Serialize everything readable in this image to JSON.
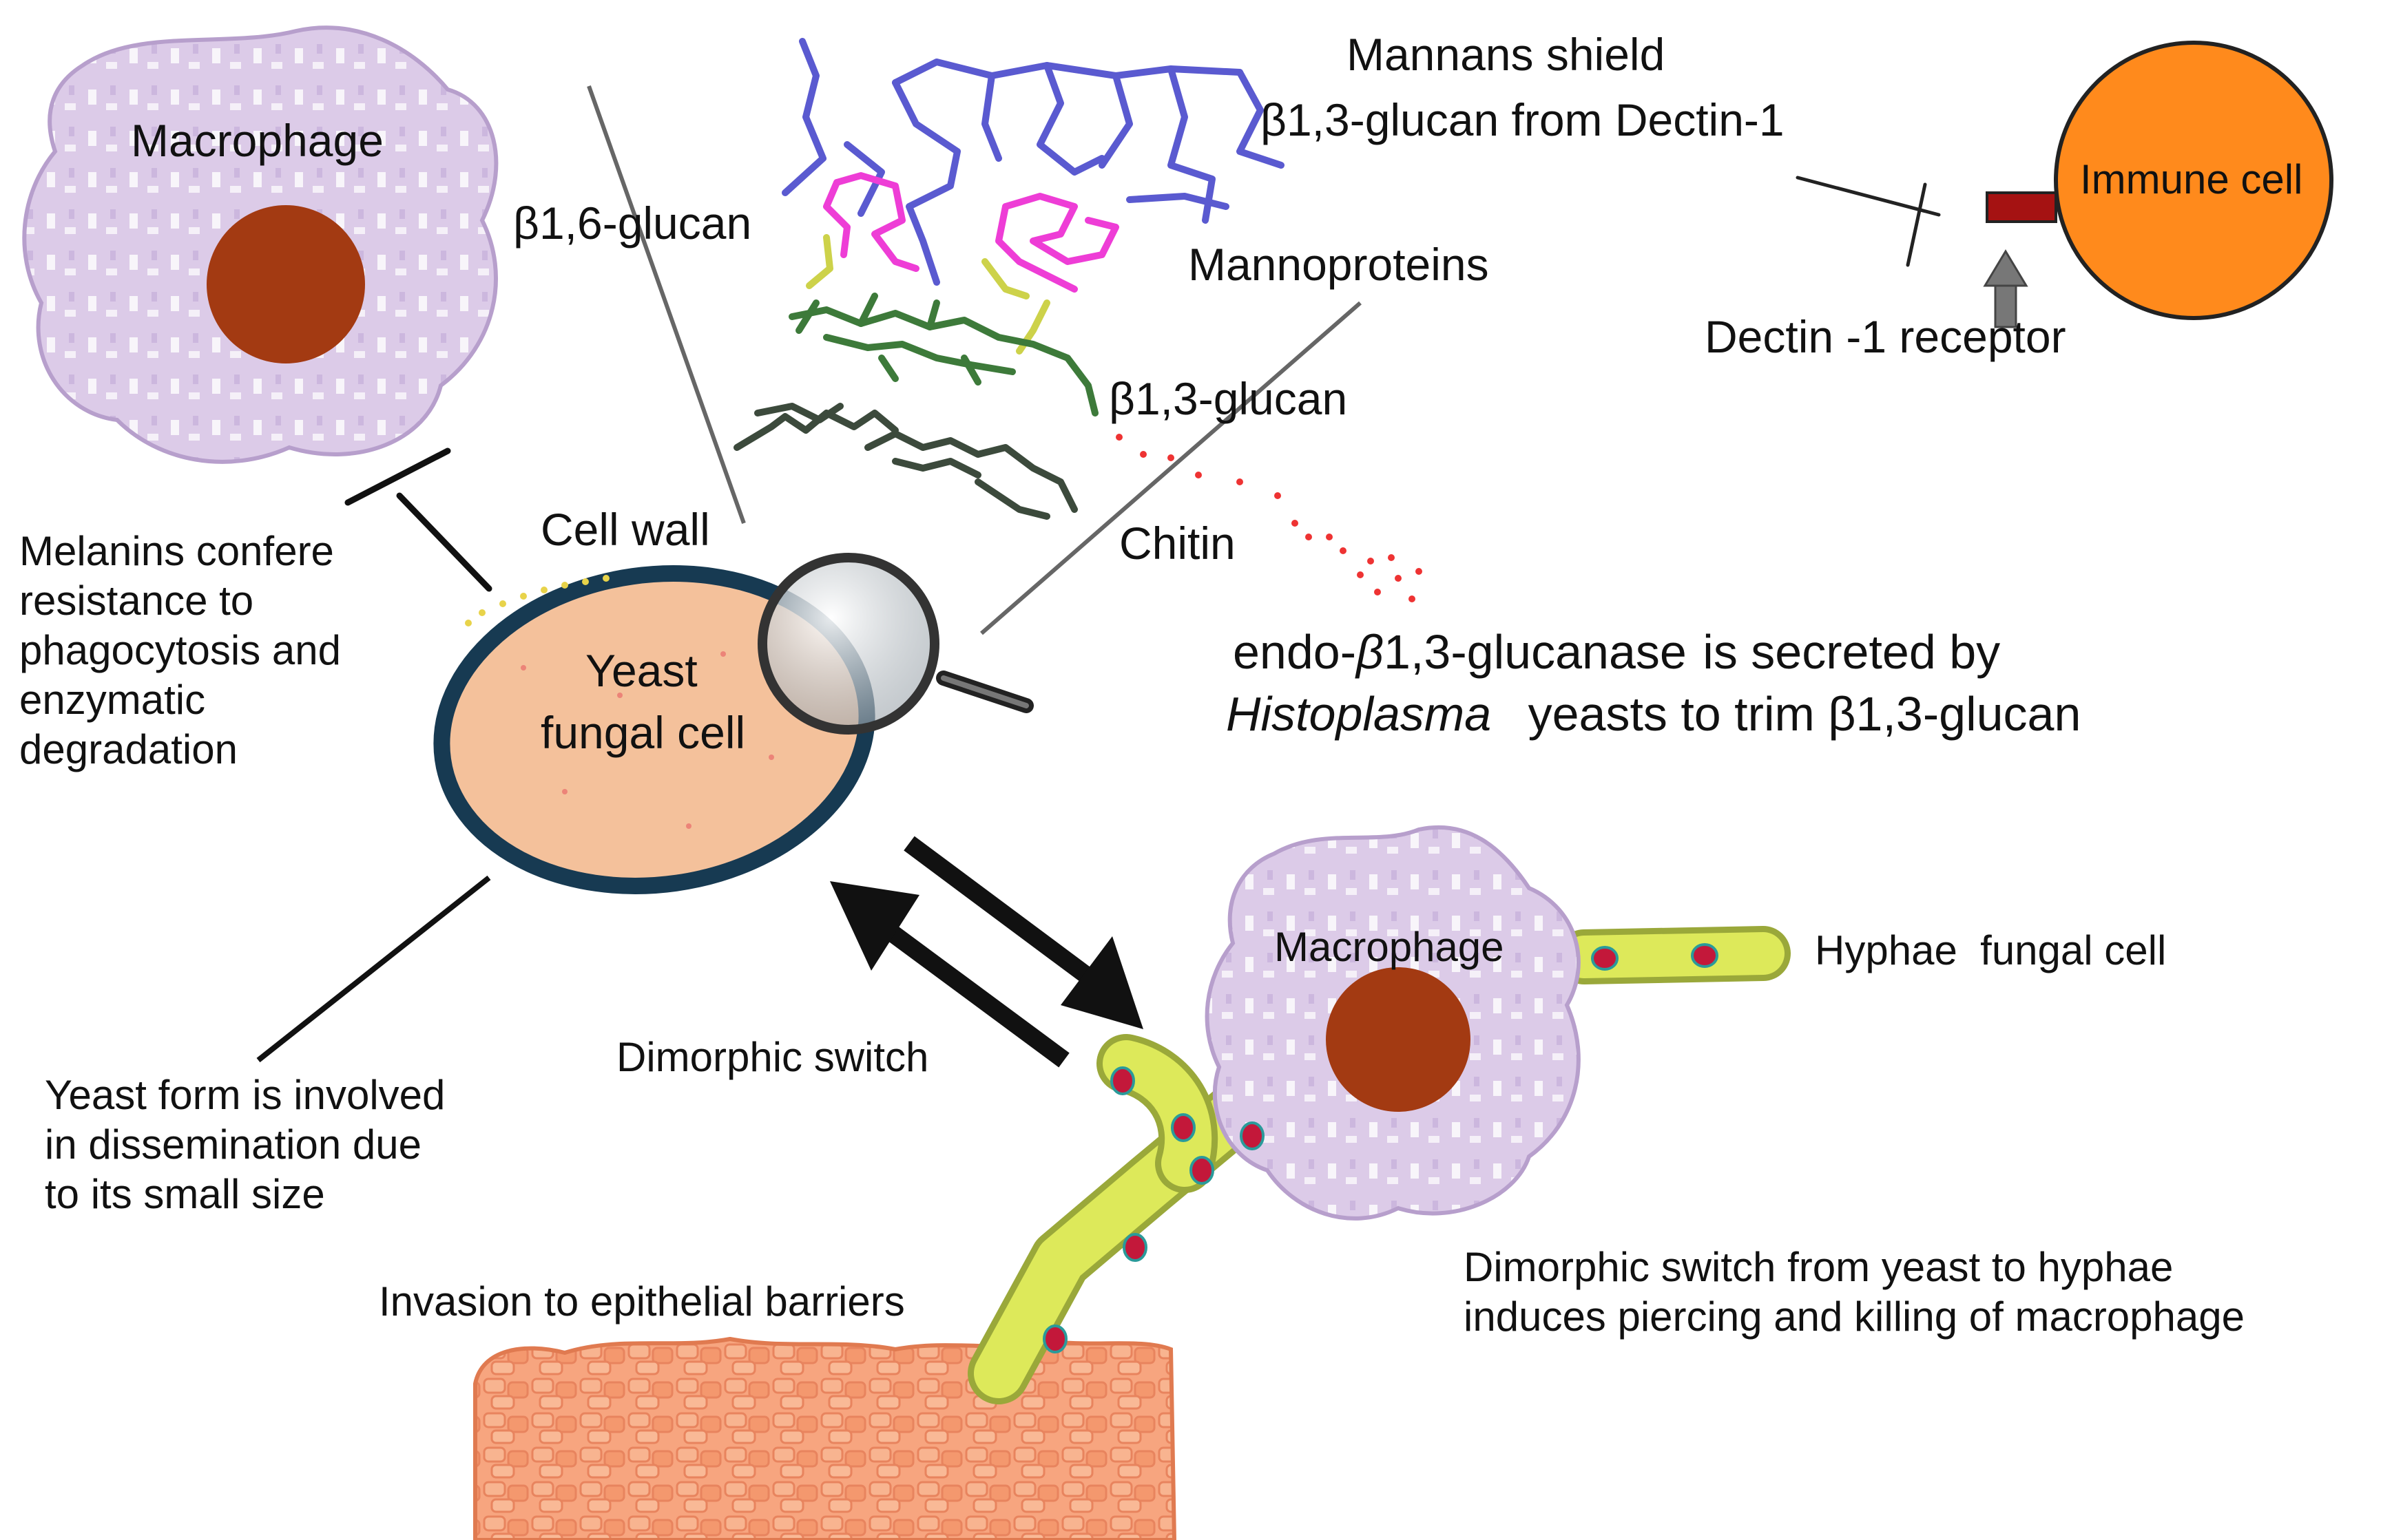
{
  "labels": {
    "macrophage_top": "Macrophage",
    "macrophage_bottom": "Macrophage",
    "yeast_line1": "Yeast",
    "yeast_line2": "fungal cell",
    "cell_wall": "Cell wall",
    "beta16": "β1,6-glucan",
    "beta13": "β1,3-glucan",
    "mannoproteins": "Mannoproteins",
    "chitin": "Chitin",
    "mannans_line1": "Mannans shield",
    "mannans_line2": "β1,3-glucan from Dectin-1",
    "immune_cell": "Immune cell",
    "dectin_receptor": "Dectin -1 receptor",
    "endo_line1_a": "endo-",
    "endo_line1_b": "β",
    "endo_line1_c": "1,3-glucanase",
    "endo_line1_d": "is secreted by",
    "endo_line2_a": "Histoplasma",
    "endo_line2_b": "yeasts to trim β1,3-glucan",
    "melanins": [
      "Melanins confere",
      "resistance to",
      "phagocytosis and",
      "enzymatic",
      "degradation"
    ],
    "yeast_form": [
      "Yeast form is involved",
      "in dissemination due",
      "to its small size"
    ],
    "dimorphic_switch": "Dimorphic switch",
    "hyphae": "Hyphae  fungal cell",
    "switch_desc": [
      "Dimorphic switch from yeast to hyphae",
      "induces piercing and killing of macrophage"
    ],
    "invasion": "Invasion to epithelial barriers"
  },
  "colors": {
    "macrophage": "#d9c8e6",
    "nucleus": "#a33a12",
    "yeast_fill": "#f4c19b",
    "yeast_wall": "#173a52",
    "immune_cell": "#ff8a1c",
    "receptor": "#a51212",
    "hyphae": "#d9e85a",
    "mannan": "#5a5ad0",
    "mannoprotein": "#ee3dd6",
    "beta16": "#cdd24a",
    "beta13": "#3d7a3a",
    "chitin": "#3c4a3c",
    "epithelium": "#f7a37c"
  }
}
